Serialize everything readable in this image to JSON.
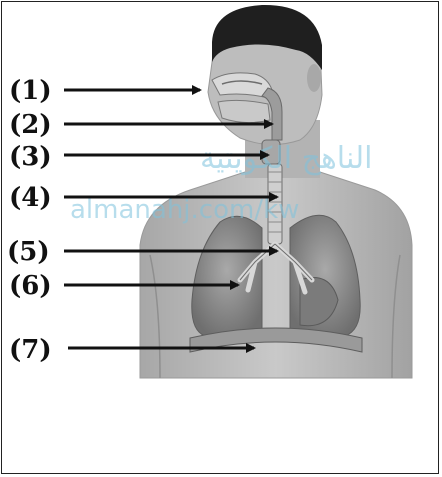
{
  "figure": {
    "labels": [
      "(1)",
      "(2)",
      "(3)",
      "(4)",
      "(5)",
      "(6)",
      "(7)"
    ]
  },
  "watermark": {
    "arabic": "الناهج الكويتية",
    "latin": "almanahj.com/kw"
  },
  "colors": {
    "border": "#222222",
    "arrow": "#111111",
    "skin": "#b9b9b9",
    "hair": "#1f1f1f",
    "lung": "#8e8e8e",
    "watermark": "#7ec3dd"
  }
}
